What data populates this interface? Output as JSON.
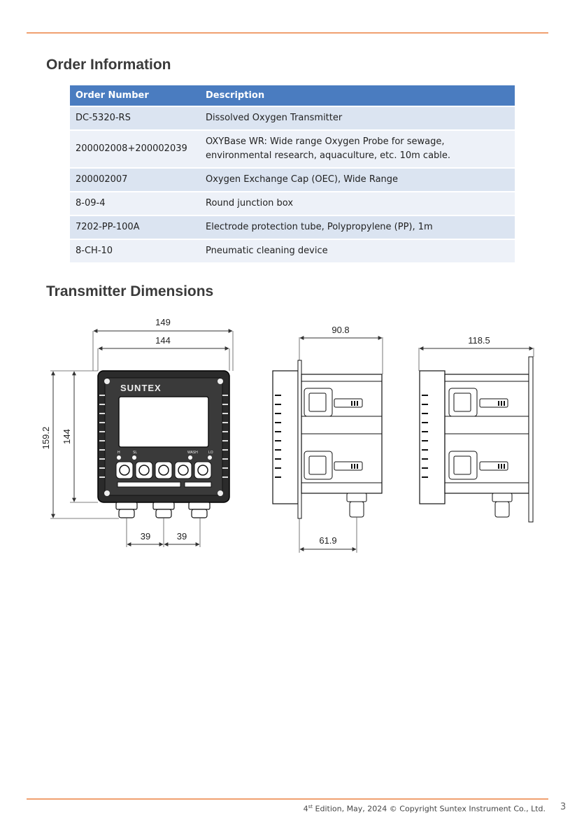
{
  "headings": {
    "order_information": "Order Information",
    "transmitter_dimensions": "Transmitter Dimensions"
  },
  "table": {
    "headers": [
      "Order Number",
      "Description"
    ],
    "rows": [
      [
        "DC-5320-RS",
        "Dissolved Oxygen Transmitter"
      ],
      [
        "200002008+200002039",
        "OXYBase WR: Wide range Oxygen Probe for sewage, environmental research, aquaculture, etc. 10m cable."
      ],
      [
        "200002007",
        "Oxygen Exchange Cap (OEC), Wide Range"
      ],
      [
        "8-09-4",
        "Round junction box"
      ],
      [
        "7202-PP-100A",
        "Electrode protection tube, Polypropylene (PP), 1m"
      ],
      [
        "8-CH-10",
        "Pneumatic cleaning device"
      ]
    ]
  },
  "drawing": {
    "brand": "SUNTEX",
    "front_key_labels": [
      "H",
      "SL",
      "WASH",
      "LO"
    ],
    "dims": {
      "overall_width": "149",
      "panel_width": "144",
      "overall_height": "159.2",
      "panel_height": "144",
      "gland_spacing_1": "39",
      "gland_spacing_2": "39",
      "side_depth": "90.8",
      "side_bottom": "61.9",
      "side2_depth": "118.5"
    }
  },
  "footer": {
    "edition_num": "4",
    "edition_sup": "st",
    "text": " Edition, May, 2024   © Copyright Suntex Instrument Co., Ltd.",
    "page": "3"
  }
}
